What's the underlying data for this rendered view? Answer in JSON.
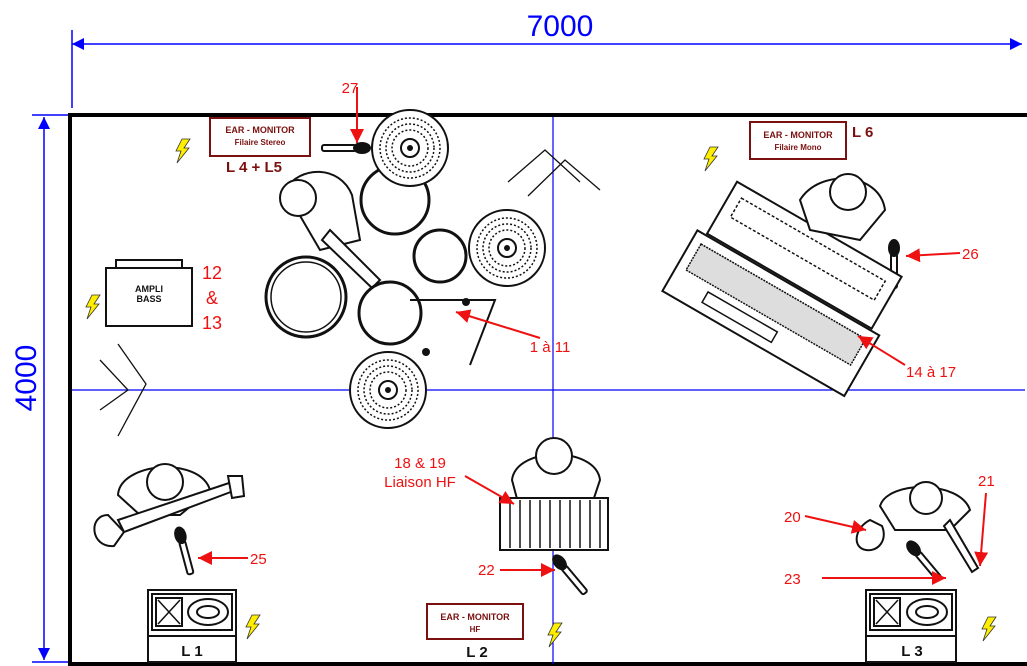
{
  "dimensions": {
    "width_label": "7000",
    "depth_label": "4000"
  },
  "ear_monitors": [
    {
      "line1": "EAR - MONITOR",
      "line2": "Filaire Stereo",
      "line_label": "L 4 + L5"
    },
    {
      "line1": "EAR - MONITOR",
      "line2": "Filaire Mono",
      "line_label": "L 6"
    },
    {
      "line1": "EAR - MONITOR",
      "line2": "HF",
      "line_label": "L 2"
    }
  ],
  "wedges": [
    {
      "label": "L 1"
    },
    {
      "label": "L 3"
    }
  ],
  "amp": {
    "line1": "AMPLI",
    "line2": "BASS"
  },
  "callouts": {
    "c27": "27",
    "c12": "12",
    "c_and": "&",
    "c13": "13",
    "c1a11": "1 à 11",
    "c26": "26",
    "c14a17": "14 à 17",
    "c18a": "18 & 19",
    "c18b": "Liaison HF",
    "c22": "22",
    "c25": "25",
    "c20": "20",
    "c21": "21",
    "c23": "23"
  },
  "colors": {
    "dimension": "#0000ff",
    "callout": "#ee1111",
    "box_border": "#7a1010",
    "box_text": "#7a1010",
    "power": "#ffee00",
    "ink": "#111111"
  },
  "icons": [
    "power-outlet-icon",
    "monitor-wedge-icon",
    "microphone-icon",
    "drum-kit-icon",
    "keyboard-icon",
    "bass-guitar-icon",
    "accordion-icon",
    "saxophone-icon",
    "trumpet-icon",
    "musician-icon"
  ]
}
